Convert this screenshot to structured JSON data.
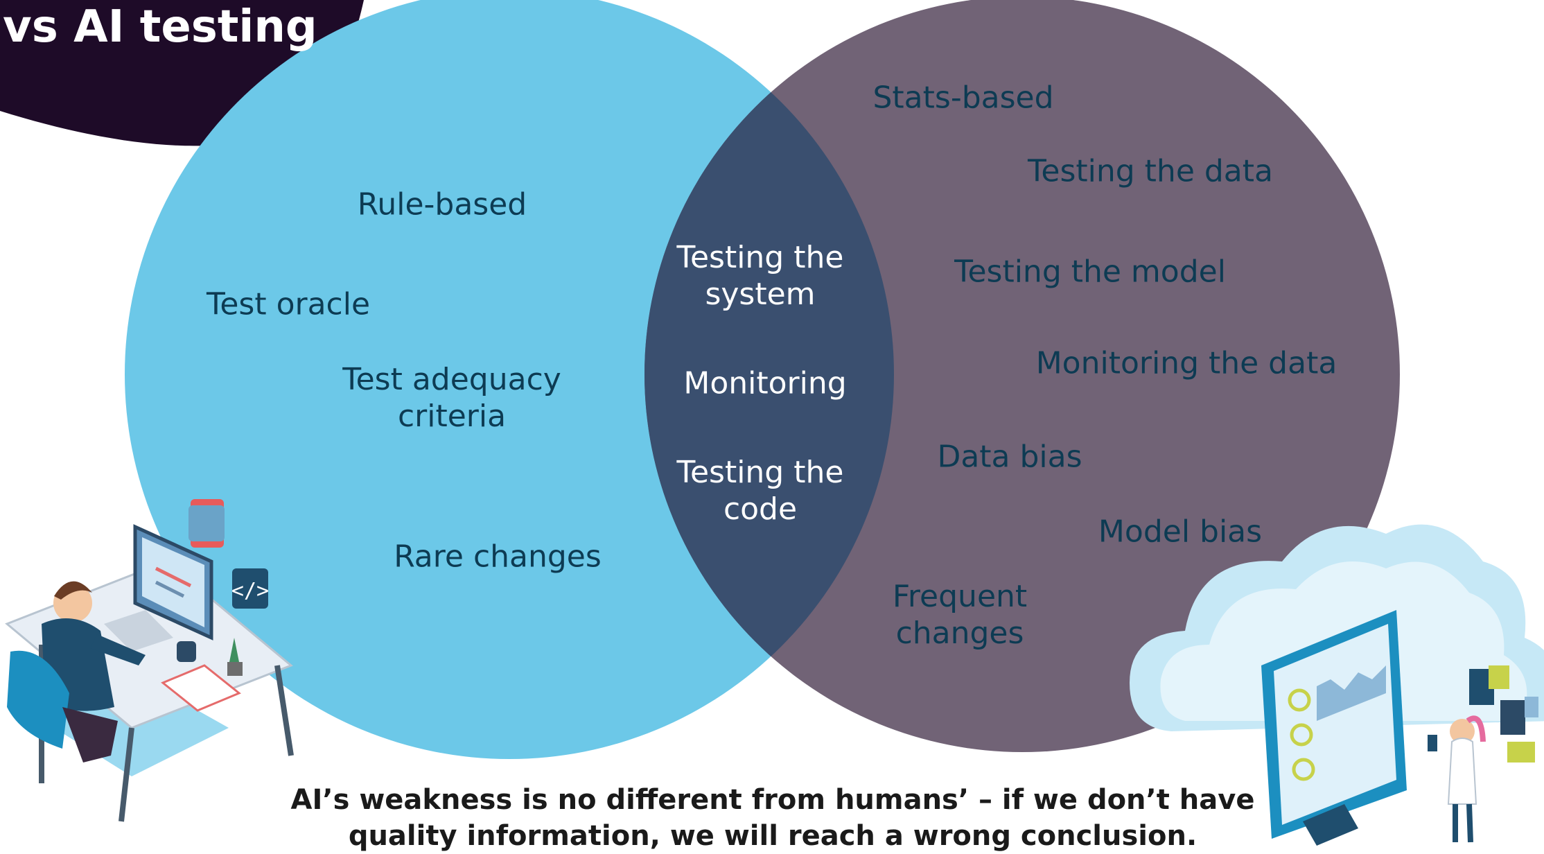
{
  "header": {
    "title": "vs AI testing"
  },
  "venn": {
    "left_items": [
      "Rule-based",
      "Test oracle",
      "Test adequacy criteria",
      "Rare changes"
    ],
    "overlap_items": [
      "Testing the system",
      "Monitoring",
      "Testing the code"
    ],
    "right_items": [
      "Stats-based",
      "Testing the data",
      "Testing the model",
      "Monitoring the data",
      "Data bias",
      "Model bias",
      "Frequent changes"
    ],
    "colors": {
      "left": "#6cc8e8",
      "right": "#716376",
      "overlap": "#3a4f6f",
      "header": "#1e0b28"
    }
  },
  "caption": {
    "line1": "AI’s weakness is no different from humans’ – if we don’t have",
    "line2": "quality information, we will reach a wrong conclusion."
  }
}
